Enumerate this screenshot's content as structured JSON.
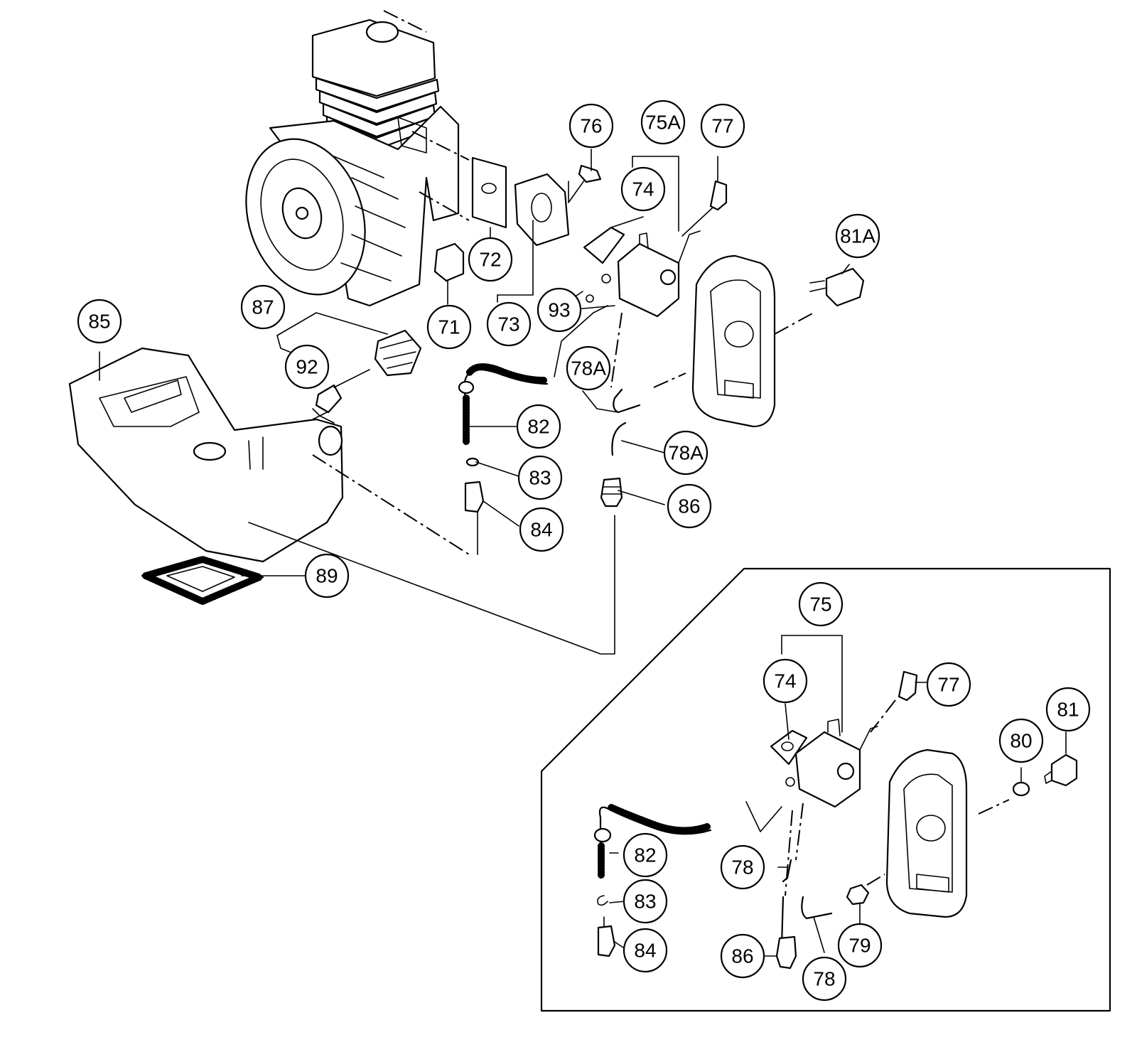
{
  "callouts": {
    "c71": "71",
    "c72": "72",
    "c73": "73",
    "c74a": "74",
    "c75a": "75A",
    "c76": "76",
    "c77a": "77",
    "c78a1": "78A",
    "c78a2": "78A",
    "c81a": "81A",
    "c82a": "82",
    "c83a": "83",
    "c84a": "84",
    "c85": "85",
    "c86a": "86",
    "c87": "87",
    "c89": "89",
    "c92": "92",
    "c93": "93",
    "c75": "75",
    "c74b": "74",
    "c77b": "77",
    "c80": "80",
    "c81": "81",
    "c82b": "82",
    "c83b": "83",
    "c84b": "84",
    "c78b1": "78",
    "c78b2": "78",
    "c79": "79",
    "c86b": "86"
  }
}
